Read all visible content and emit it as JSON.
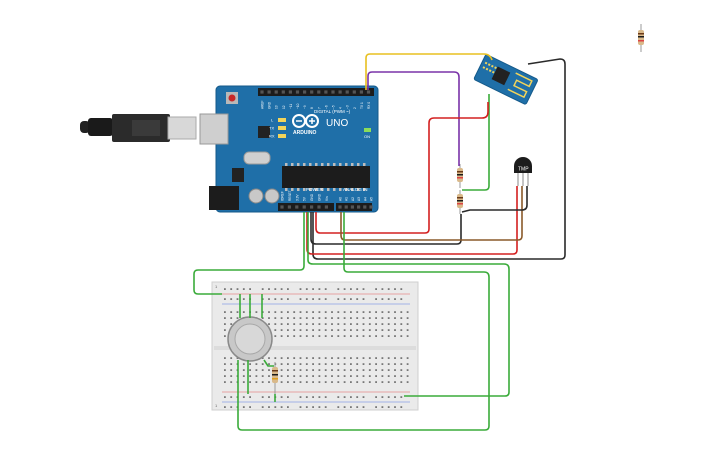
{
  "arduino": {
    "brand": "ARDUINO",
    "model": "UNO",
    "digital_label": "DIGITAL (PWM ~)",
    "power_label": "POWER",
    "analog_label": "ANALOG IN",
    "led_labels": [
      "L",
      "TX",
      "RX"
    ],
    "on_label": "ON",
    "digital_pins": [
      "AREF",
      "GND",
      "13",
      "12",
      "~11",
      "~10",
      "~9",
      "8",
      "7",
      "~6",
      "~5",
      "4",
      "~3",
      "2",
      "TX 1",
      "RX 0"
    ],
    "power_pins": [
      "IOREF",
      "RESET",
      "3.3V",
      "5V",
      "GND",
      "GND",
      "Vin"
    ],
    "analog_pins": [
      "A0",
      "A1",
      "A2",
      "A3",
      "A4",
      "A5"
    ]
  },
  "temp_sensor": {
    "label": "TMP"
  },
  "breadboard": {
    "row_top_left": "1",
    "row_bottom_left": "1"
  },
  "colors": {
    "arduino_blue": "#1f6fa8",
    "wire_red": "#d42020",
    "wire_black": "#2a2a2a",
    "wire_green": "#3aab3a",
    "wire_yellow": "#e8c020",
    "wire_purple": "#7a33a8",
    "wire_brown": "#8a5a2a"
  }
}
